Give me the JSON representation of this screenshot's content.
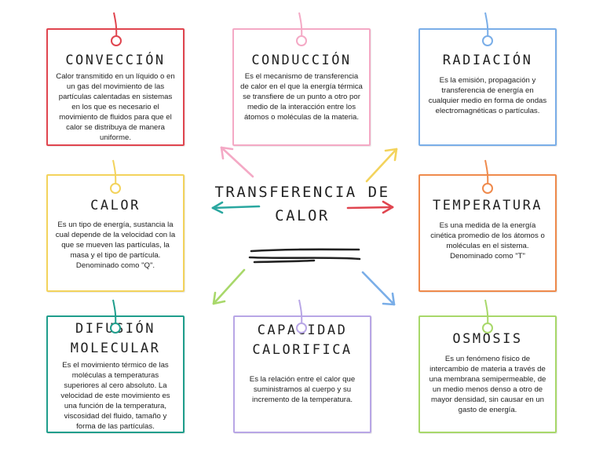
{
  "center": {
    "title_line1": "TRANSFERENCIA DE",
    "title_line2": "CALOR"
  },
  "cards": {
    "conveccion": {
      "title": "CONVECCIÓN",
      "body": "Calor transmitido en un líquido o en un gas del movimiento de las partículas calentadas en sistemas en los que es necesario el movimiento de fluidos para que el calor se distribuya de manera uniforme.",
      "color": "#e0454f"
    },
    "conduccion": {
      "title": "CONDUCCIÓN",
      "body": "Es el mecanismo de transferencia de calor en el que la energía térmica se transfiere de un punto a otro por medio de la interacción entre los átomos o moléculas de la materia.",
      "color": "#f4a9c5"
    },
    "radiacion": {
      "title": "RADIACIÓN",
      "body": "Es la emisión, propagación y transferencia de energía en cualquier medio en forma de ondas electromagnéticas o partículas.",
      "color": "#7aaee8"
    },
    "calor": {
      "title": "CALOR",
      "body": "Es un tipo de energía, sustancia la cual depende de la velocidad con la que se mueven las partículas, la masa y el tipo de partícula. Denominado como \"Q\".",
      "color": "#f3d35c"
    },
    "temperatura": {
      "title": "TEMPERATURA",
      "body": "Es una medida de la energía cinética promedio de los átomos o moléculas en el sistema. Denominado como \"T\"",
      "color": "#ef8a4c"
    },
    "difusion": {
      "title_line1": "DIFUSIÓN",
      "title_line2": "MOLECULAR",
      "body": "Es el movimiento térmico de las moléculas a temperaturas superiores al cero absoluto. La velocidad de este movimiento es una función de la temperatura, viscosidad del fluido, tamaño y forma de las partículas.",
      "color": "#1f9e8c"
    },
    "capacidad": {
      "title_line1": "CAPACIDAD",
      "title_line2": "CALORIFICA",
      "body": "Es la relación entre el calor que suministramos al cuerpo y su incremento de la temperatura.",
      "color": "#b8a6e6"
    },
    "osmosis": {
      "title": "OSMOSIS",
      "body": "Es un fenómeno físico de intercambio de materia a través de una membrana semipermeable, de un medio menos denso a otro de mayor densidad, sin causar en un gasto de energía.",
      "color": "#a8d86a"
    }
  },
  "arrows": {
    "up_left": "#f4a9c5",
    "up_right": "#f3d35c",
    "left": "#2aa7a0",
    "right": "#e0454f",
    "down_left": "#a8d86a",
    "down_right": "#7aaee8",
    "underline": "#222222"
  }
}
